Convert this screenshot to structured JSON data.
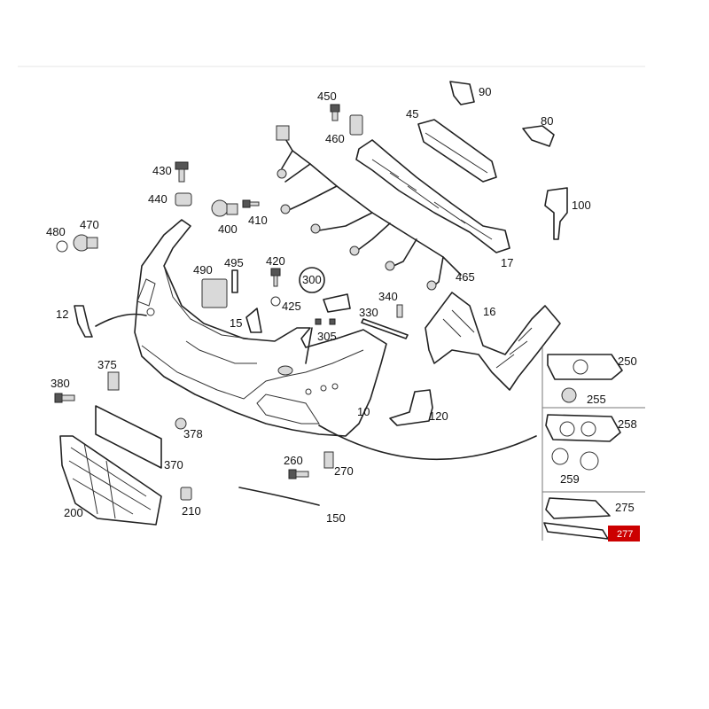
{
  "labels": {
    "p450": "450",
    "p90": "90",
    "p45": "45",
    "p460": "460",
    "p80": "80",
    "p430": "430",
    "p440": "440",
    "p400": "400",
    "p410": "410",
    "p100": "100",
    "p480": "480",
    "p470": "470",
    "p17": "17",
    "p490": "490",
    "p495": "495",
    "p420": "420",
    "p465": "465",
    "p300": "300",
    "p340": "340",
    "p12": "12",
    "p425": "425",
    "p330": "330",
    "p16": "16",
    "p15": "15",
    "p305": "305",
    "p250": "250",
    "p375": "375",
    "p380": "380",
    "p255": "255",
    "p10": "10",
    "p120": "120",
    "p258": "258",
    "p378": "378",
    "p370": "370",
    "p260": "260",
    "p270": "270",
    "p259": "259",
    "p200": "200",
    "p210": "210",
    "p275": "275",
    "p150": "150"
  },
  "badge": "277",
  "colors": {
    "badge_bg": "#cc0000",
    "line": "#222222"
  }
}
